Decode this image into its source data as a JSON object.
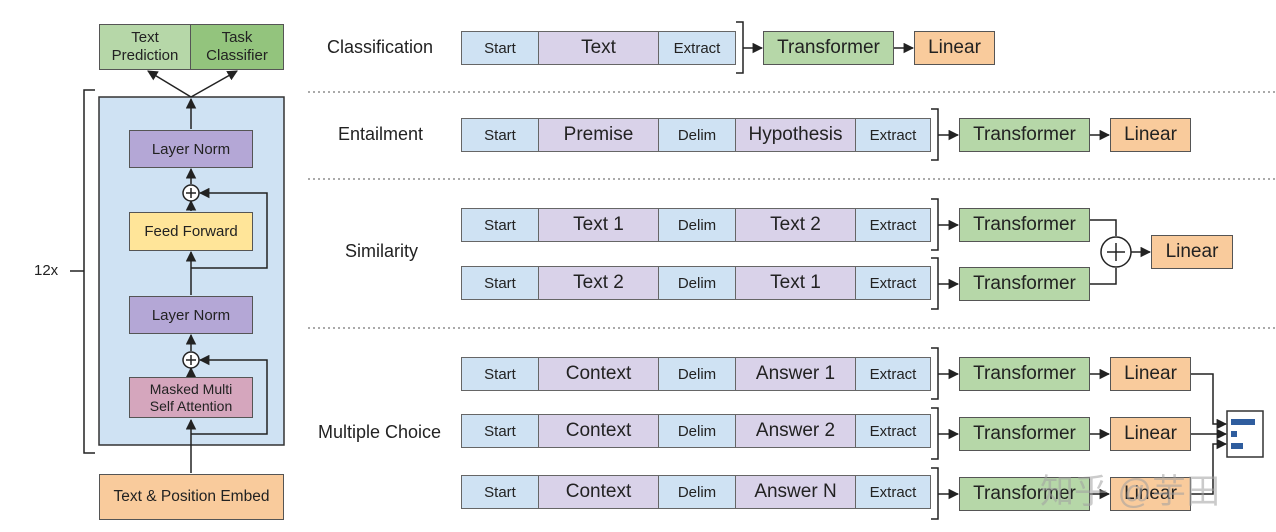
{
  "colors": {
    "token_blue": "#cfe2f3",
    "token_purple": "#d9d2e9",
    "transformer_green": "#b6d7a8",
    "linear_orange": "#f9cb9c",
    "layer_norm": "#b4a7d6",
    "feed_forward": "#ffe599",
    "attention": "#d5a6bd"
  },
  "architecture": {
    "heads": {
      "text_prediction": "Text\nPrediction",
      "task_classifier": "Task\nClassifier"
    },
    "layer_norm_top": "Layer Norm",
    "feed_forward": "Feed Forward",
    "layer_norm_bottom": "Layer Norm",
    "masked_attention": "Masked Multi\nSelf Attention",
    "embed": "Text & Position Embed",
    "repeat": "12x"
  },
  "tasks": {
    "classification": {
      "label": "Classification",
      "tokens": [
        "Start",
        "Text",
        "Extract"
      ],
      "transformer": "Transformer",
      "linear": "Linear"
    },
    "entailment": {
      "label": "Entailment",
      "tokens": [
        "Start",
        "Premise",
        "Delim",
        "Hypothesis",
        "Extract"
      ],
      "transformer": "Transformer",
      "linear": "Linear"
    },
    "similarity": {
      "label": "Similarity",
      "rows": [
        {
          "tokens": [
            "Start",
            "Text 1",
            "Delim",
            "Text 2",
            "Extract"
          ],
          "transformer": "Transformer"
        },
        {
          "tokens": [
            "Start",
            "Text 2",
            "Delim",
            "Text 1",
            "Extract"
          ],
          "transformer": "Transformer"
        }
      ],
      "plus": "+",
      "linear": "Linear"
    },
    "multiple_choice": {
      "label": "Multiple Choice",
      "rows": [
        {
          "tokens": [
            "Start",
            "Context",
            "Delim",
            "Answer 1",
            "Extract"
          ],
          "transformer": "Transformer",
          "linear": "Linear"
        },
        {
          "tokens": [
            "Start",
            "Context",
            "Delim",
            "Answer 2",
            "Extract"
          ],
          "transformer": "Transformer",
          "linear": "Linear"
        },
        {
          "tokens": [
            "Start",
            "Context",
            "Delim",
            "Answer N",
            "Extract"
          ],
          "transformer": "Transformer",
          "linear": "Linear"
        }
      ]
    }
  },
  "watermark": "知乎 @芋田"
}
